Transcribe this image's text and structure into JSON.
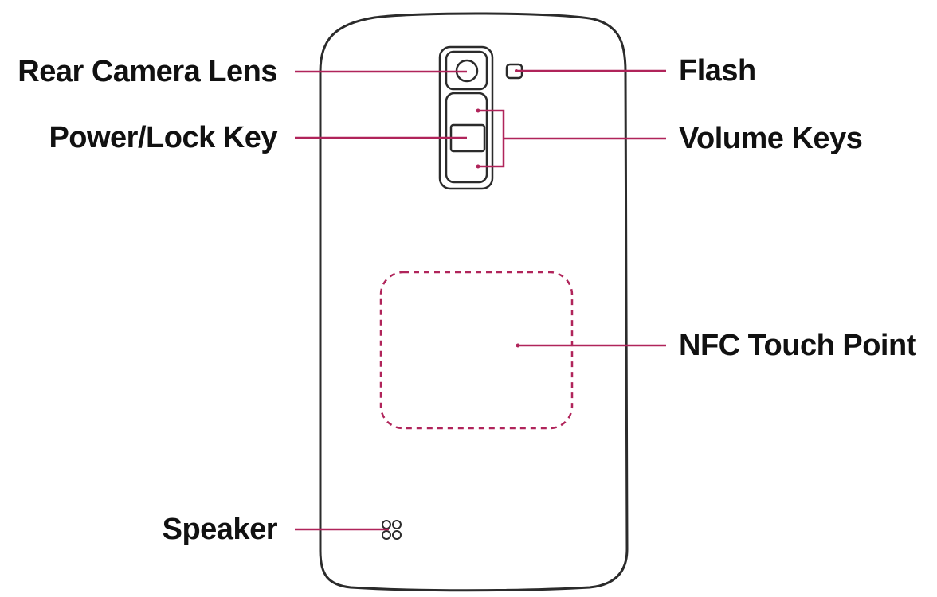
{
  "labels": {
    "rear_camera_lens": "Rear Camera Lens",
    "power_lock_key": "Power/Lock Key",
    "speaker": "Speaker",
    "flash": "Flash",
    "volume_keys": "Volume Keys",
    "nfc_touch_point": "NFC Touch Point"
  },
  "colors": {
    "callout": "#b0245a",
    "outline": "#2b2b2b",
    "text": "#111111",
    "background": "#ffffff"
  }
}
